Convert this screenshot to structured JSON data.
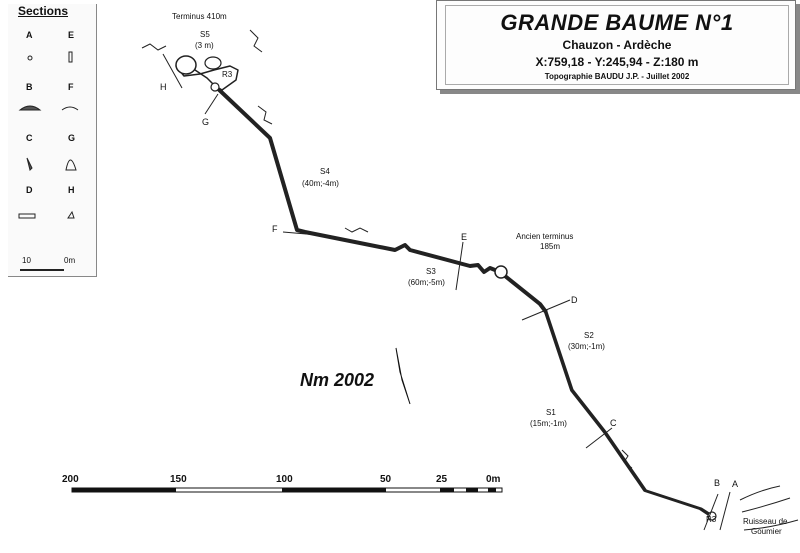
{
  "sections_panel": {
    "title": "Sections",
    "letters": [
      "A",
      "E",
      "B",
      "F",
      "C",
      "G",
      "D",
      "H"
    ],
    "scale_labels": [
      "10",
      "0m"
    ]
  },
  "title_block": {
    "title": "GRANDE BAUME N°1",
    "location": "Chauzon - Ardèche",
    "coordinates": "X:759,18 - Y:245,94 - Z:180 m",
    "credit": "Topographie BAUDU J.P. - Juillet 2002"
  },
  "north": {
    "label": "Nm 2002"
  },
  "labels": {
    "terminus": "Terminus 410m",
    "s5": "S5",
    "s5_dim": "(3 m)",
    "r3_top": "R3",
    "h": "H",
    "g": "G",
    "s4": "S4",
    "s4_dim": "(40m;-4m)",
    "f": "F",
    "e": "E",
    "ancien": "Ancien terminus",
    "ancien_len": "185m",
    "s3": "S3",
    "s3_dim": "(60m;-5m)",
    "d": "D",
    "s2": "S2",
    "s2_dim": "(30m;-1m)",
    "s1": "S1",
    "s1_dim": "(15m;-1m)",
    "c": "C",
    "b": "B",
    "a": "A",
    "r3_bottom": "R3",
    "ruisseau1": "Ruisseau de",
    "ruisseau2": "Goumier"
  },
  "scale_bar": {
    "ticks": [
      "200",
      "150",
      "100",
      "50",
      "25",
      "0m"
    ]
  }
}
